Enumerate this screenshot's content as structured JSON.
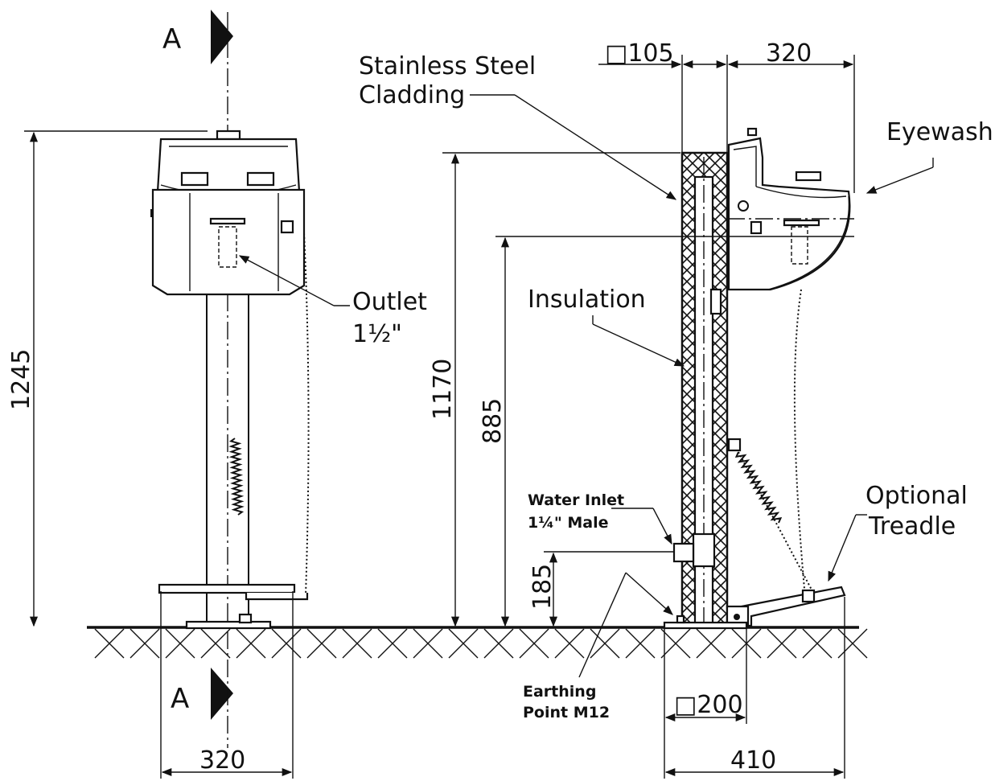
{
  "section_marker": "A",
  "labels": {
    "cladding_line1": "Stainless  Steel",
    "cladding_line2": "Cladding",
    "eyewash": "Eyewash",
    "outlet_line1": "Outlet",
    "outlet_line2": "1½\"",
    "insulation": "Insulation",
    "water_inlet_line1": "Water  Inlet",
    "water_inlet_line2": "1¼\"  Male",
    "treadle_line1": "Optional",
    "treadle_line2": "Treadle",
    "earthing_line1": "Earthing",
    "earthing_line2": "Point  M12"
  },
  "dimensions": {
    "front_height": "1245",
    "front_base_width": "320",
    "side_total_height": "1170",
    "side_outlet_height": "885",
    "inlet_height": "185",
    "column_size": "□105",
    "bowl_projection": "320",
    "base_square": "□200",
    "overall_depth": "410"
  }
}
